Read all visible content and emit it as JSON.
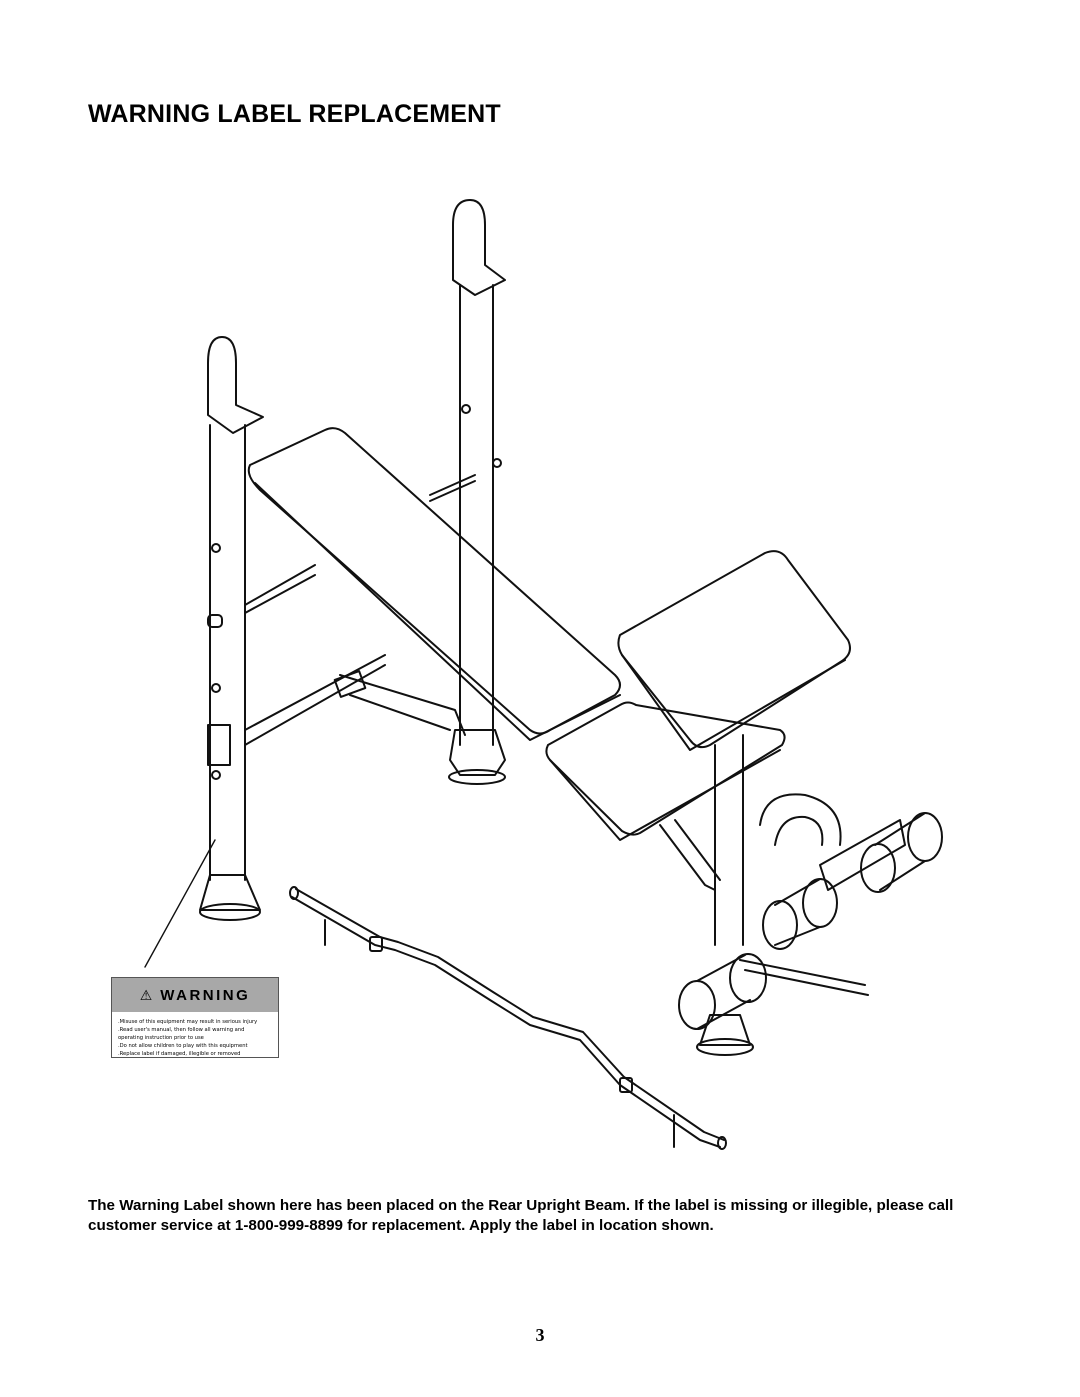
{
  "page": {
    "title": "WARNING LABEL REPLACEMENT",
    "page_number": "3"
  },
  "warning_label": {
    "heading": "WARNING",
    "lines": [
      ".Misuse of this equipment may result in serious injury",
      ".Read user's manual, then follow all warning and",
      " operating instruction prior to use",
      ".Do not allow children to play with this equipment",
      ".Replace label if damaged, illegible or removed"
    ]
  },
  "body": {
    "text": "The Warning Label shown here has been placed on the Rear Upright Beam. If the label is missing or illegible, please call customer service at 1-800-999-8899 for replacement. Apply the label in location shown."
  },
  "figure": {
    "subject": "weight-bench-line-drawing"
  }
}
